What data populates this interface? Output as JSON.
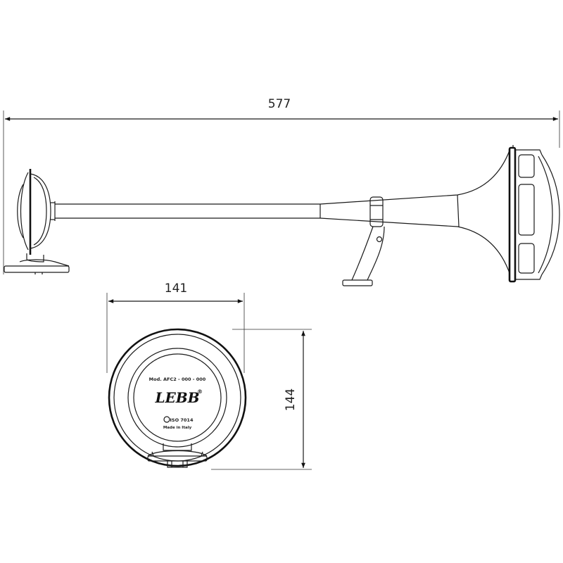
{
  "dimensions": {
    "length": "577",
    "width": "141",
    "height": "144"
  },
  "label": {
    "model": "Mod. AFC2 - 000 - 000",
    "brand": "LEBB",
    "registered": "®",
    "cert": "ISO 7014",
    "origin": "Made in Italy"
  }
}
